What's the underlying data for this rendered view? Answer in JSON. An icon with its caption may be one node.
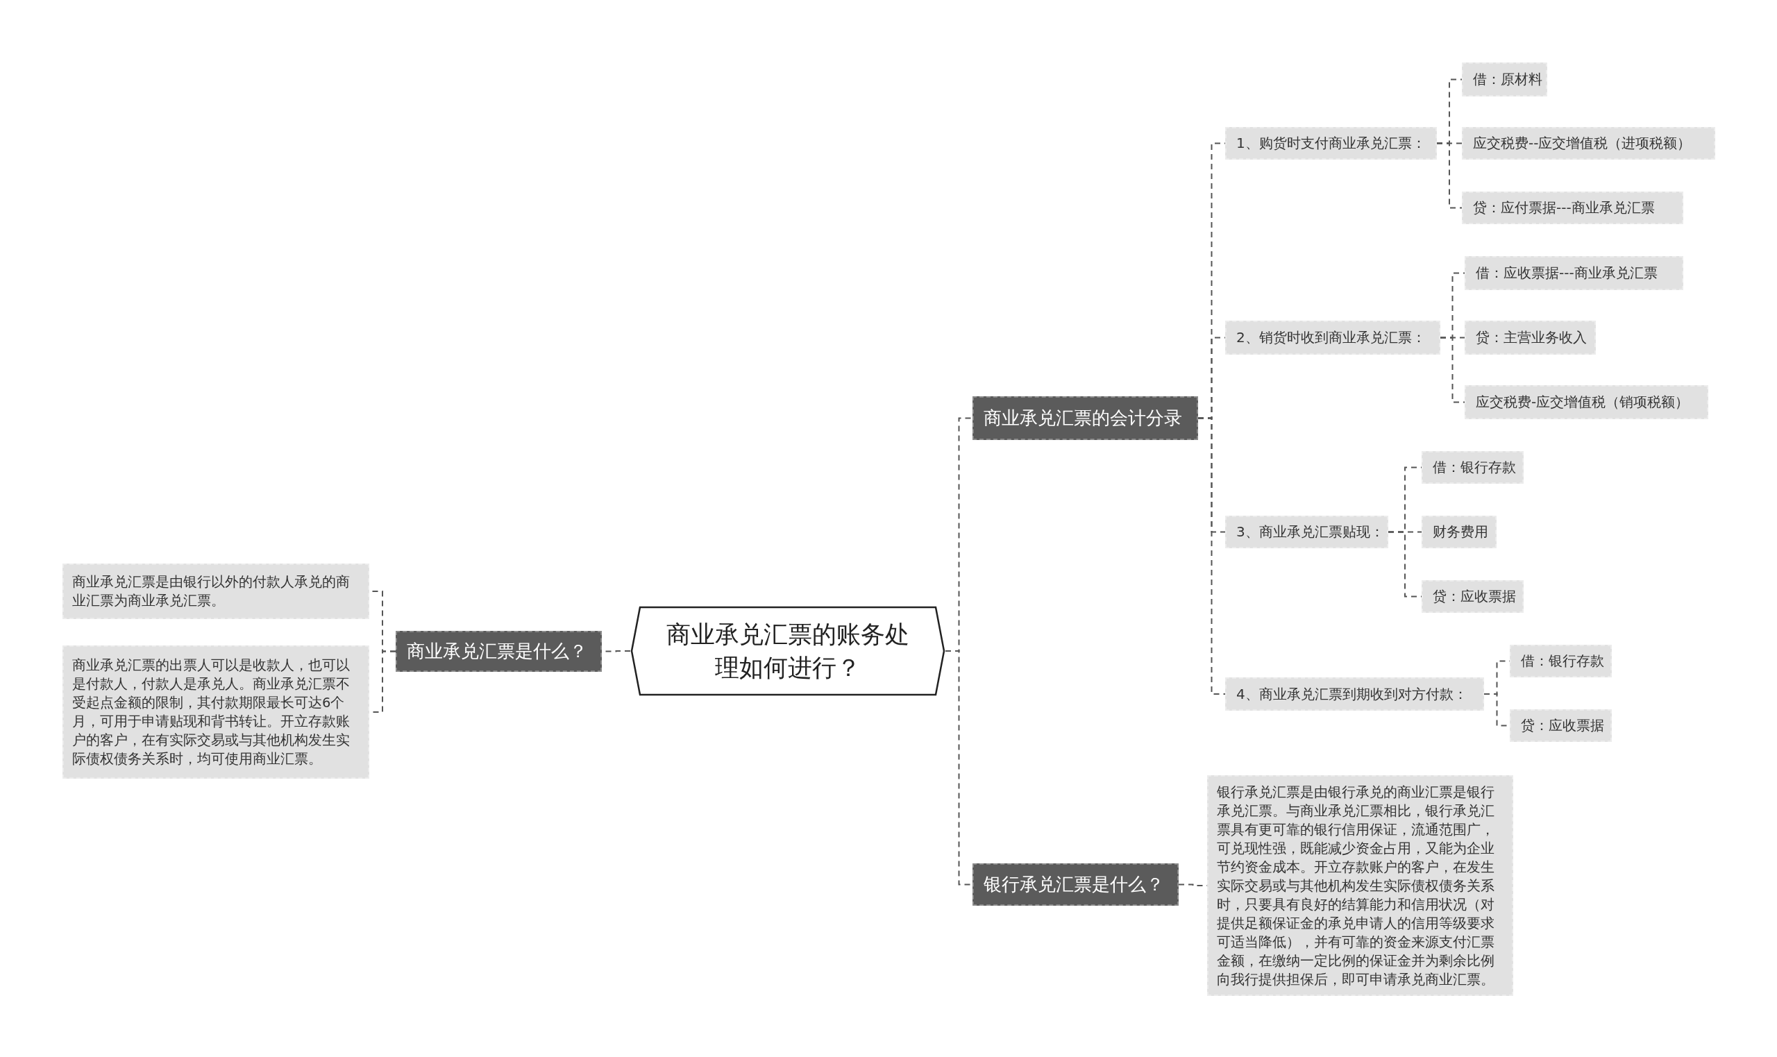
{
  "diagram": {
    "nodes": [
      {
        "text": [
          "商业承兑汇票的账务处理如何进行？"
        ]
      },
      {
        "text": [
          "商业承兑汇票是什么？"
        ]
      },
      {
        "text": [
          "商业承兑汇票是由银行以外的付款人承兑的商业汇票为商业承兑汇票。"
        ]
      },
      {
        "text": [
          "商业承兑汇票的出票人可以是收款人，也可以是付款人，付款人是承兑人。商业承兑汇票不受起点金额的限制，其付款期限最长可达6个月，可用于申请贴现和背书转让。开立存款账户的客户，在有实际交易或与其他机构发生实际债权债务关系时，均可使用商业汇票。"
        ]
      },
      {
        "text": [
          "商业承兑汇票的会计分录"
        ]
      },
      {
        "text": [
          "1、购货时支付商业承兑汇票："
        ]
      },
      {
        "text": [
          "借：原材料"
        ]
      },
      {
        "text": [
          "应交税费--应交增值税（进项税额）"
        ]
      },
      {
        "text": [
          "贷：应付票据---商业承兑汇票"
        ]
      },
      {
        "text": [
          "2、销货时收到商业承兑汇票："
        ]
      },
      {
        "text": [
          "借：应收票据---商业承兑汇票"
        ]
      },
      {
        "text": [
          "贷：主营业务收入"
        ]
      },
      {
        "text": [
          "应交税费-应交增值税（销项税额）"
        ]
      },
      {
        "text": [
          "3、商业承兑汇票贴现："
        ]
      },
      {
        "text": [
          "借：银行存款"
        ]
      },
      {
        "text": [
          "财务费用"
        ]
      },
      {
        "text": [
          "贷：应收票据"
        ]
      },
      {
        "text": [
          "4、商业承兑汇票到期收到对方付款："
        ]
      },
      {
        "text": [
          "借：银行存款"
        ]
      },
      {
        "text": [
          "贷：应收票据"
        ]
      },
      {
        "text": [
          "银行承兑汇票是什么？"
        ]
      },
      {
        "text": [
          "银行承兑汇票是由银行承兑的商业汇票是银行承兑汇票。与商业承兑汇票相比，银行承兑汇票具有更可靠的银行信用保证，流通范围广，可兑现性强，既能减少资金占用，又能为企业节约资金成本。开立存款账户的客户，在发生实际交易或与其他机构发生实际债权债务关系时，只要具有良好的结算能力和信用状况（对提供足额保证金的承兑申请人的信用等级要求可适当降低），并有可靠的资金来源支付汇票金额，在缴纳一定比例的保证金并为剩余比例向我行提供担保后，即可申请承兑商业汇票。"
        ]
      }
    ],
    "edges": [
      {
        "from": 0,
        "to": 1,
        "arrow": "none"
      },
      {
        "from": 1,
        "to": 2,
        "arrow": "none"
      },
      {
        "from": 1,
        "to": 3,
        "arrow": "none"
      },
      {
        "from": 0,
        "to": 4,
        "arrow": "none"
      },
      {
        "from": 0,
        "to": 20,
        "arrow": "none"
      },
      {
        "from": 4,
        "to": 5,
        "arrow": "none"
      },
      {
        "from": 4,
        "to": 9,
        "arrow": "none"
      },
      {
        "from": 4,
        "to": 13,
        "arrow": "none"
      },
      {
        "from": 4,
        "to": 17,
        "arrow": "none"
      },
      {
        "from": 5,
        "to": 6,
        "arrow": "none"
      },
      {
        "from": 5,
        "to": 7,
        "arrow": "none"
      },
      {
        "from": 5,
        "to": 8,
        "arrow": "none"
      },
      {
        "from": 9,
        "to": 10,
        "arrow": "none"
      },
      {
        "from": 9,
        "to": 11,
        "arrow": "none"
      },
      {
        "from": 9,
        "to": 12,
        "arrow": "none"
      },
      {
        "from": 13,
        "to": 14,
        "arrow": "none"
      },
      {
        "from": 13,
        "to": 15,
        "arrow": "none"
      },
      {
        "from": 13,
        "to": 16,
        "arrow": "none"
      },
      {
        "from": 17,
        "to": 18,
        "arrow": "none"
      },
      {
        "from": 17,
        "to": 19,
        "arrow": "none"
      },
      {
        "from": 20,
        "to": 21,
        "arrow": "none"
      }
    ]
  }
}
